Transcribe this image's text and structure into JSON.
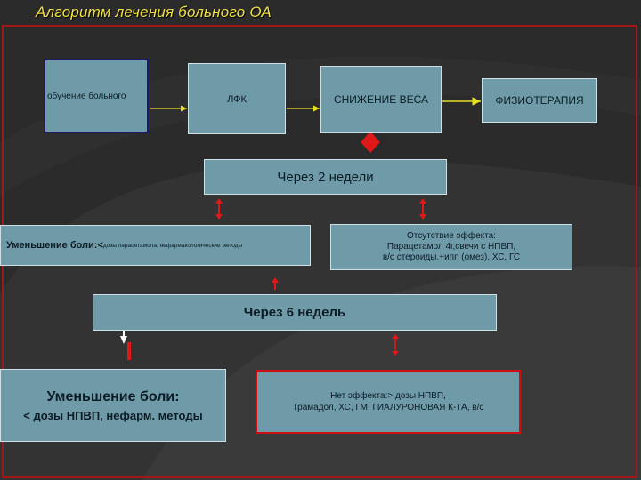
{
  "title": "Алгоритм лечения больного ОА",
  "steps": {
    "education": "обучение больного",
    "lfk": "ЛФК",
    "weight_loss": "СНИЖЕНИЕ ВЕСА",
    "physiotherapy": "ФИЗИОТЕРАПИЯ"
  },
  "after_2_weeks": "Через 2 недели",
  "pain_reduction_1": {
    "main": "Уменьшение боли:< ",
    "detail": "дозы парацетамола, нефармакологические методы"
  },
  "no_effect_1": {
    "line1": "Отсутствие эффекта:",
    "line2": "Парацетамол 4г,свечи с НПВП,",
    "line3": "в/с стероиды.+ипп (омез), ХС, ГС"
  },
  "after_6_weeks": "Через 6 недель",
  "pain_reduction_2": {
    "line1": "Уменьшение боли:",
    "line2": "< дозы НПВП, нефарм. методы"
  },
  "no_effect_2": {
    "line1": "Нет эффекта:> дозы НПВП,",
    "line2": "Трамадол, ХС, ГМ, ГИАЛУРОНОВАЯ К-ТА, в/с"
  },
  "colors": {
    "background": "#2a2a2a",
    "box_fill": "#6f9ba8",
    "title": "#f0e040",
    "frame": "#a01818",
    "arrow_red": "#e01818",
    "arrow_yellow": "#e8e020"
  }
}
